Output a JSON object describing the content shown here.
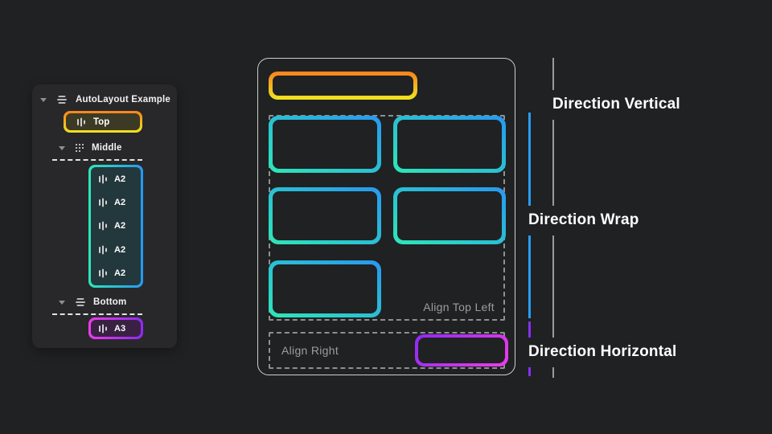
{
  "panel": {
    "root_label": "AutoLayout Example",
    "top": {
      "label": "Top"
    },
    "middle": {
      "label": "Middle",
      "children": [
        {
          "label": "A2"
        },
        {
          "label": "A2"
        },
        {
          "label": "A2"
        },
        {
          "label": "A2"
        },
        {
          "label": "A2"
        }
      ]
    },
    "bottom": {
      "label": "Bottom",
      "children": [
        {
          "label": "A3"
        }
      ]
    }
  },
  "canvas": {
    "align_top_left": "Align Top Left",
    "align_right": "Align Right"
  },
  "annotations": [
    {
      "label": "Direction Vertical"
    },
    {
      "label": "Direction Wrap"
    },
    {
      "label": "Direction Horizontal"
    }
  ],
  "colors": {
    "background": "#202122",
    "panel_bg": "#28282a",
    "orange_start": "#f8821e",
    "orange_end": "#efe51f",
    "cyan_start": "#2ee6b8",
    "cyan_end": "#2798f0",
    "violet_start": "#8d2bf0",
    "magenta_end": "#ee3cea",
    "blue_line": "#2a9df4",
    "purple_line": "#8430f0",
    "gray_line": "#9b9b9b",
    "dash_gray": "#8f8f8f",
    "top_pill_bg": "#3c3a24",
    "a2_block_bg": "#23383d",
    "a3_pill_bg": "#3a2144"
  }
}
